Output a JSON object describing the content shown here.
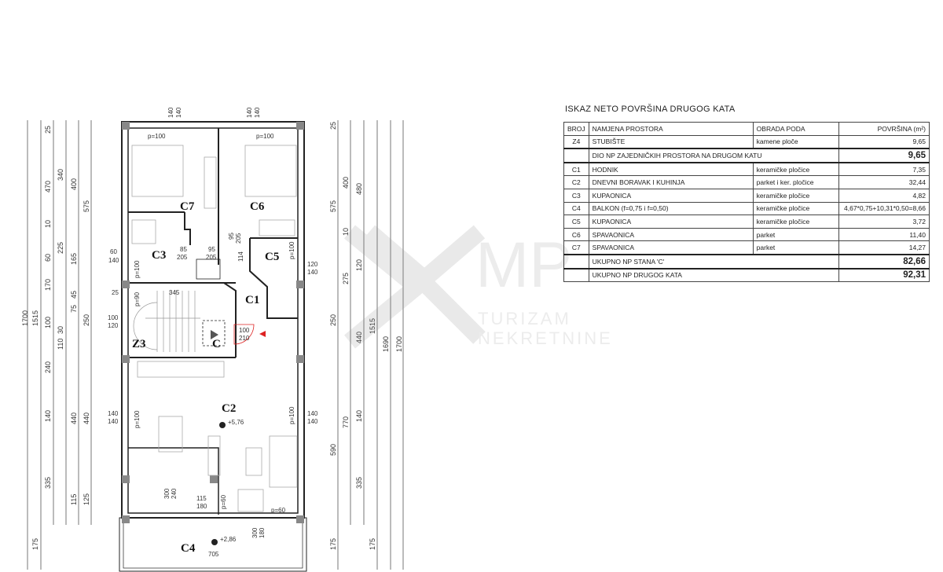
{
  "table": {
    "title": "ISKAZ NETO POVRŠINA DRUGOG KATA",
    "headers": {
      "broj": "BROJ",
      "namjena": "NAMJENA PROSTORA",
      "obrada": "OBRADA PODA",
      "povrsina": "POVRŠINA (m²)"
    },
    "rows": [
      {
        "broj": "Z4",
        "namjena": "STUBIŠTE",
        "obrada": "kamene ploče",
        "povrsina": "9,65"
      },
      {
        "namjena": "DIO NP ZAJEDNIČKIH PROSTORA NA DRUGOM KATU",
        "povrsina": "9,65"
      },
      {
        "broj": "C1",
        "namjena": "HODNIK",
        "obrada": "keramičke pločice",
        "povrsina": "7,35"
      },
      {
        "broj": "C2",
        "namjena": "DNEVNI BORAVAK I KUHINJA",
        "obrada": "parket i ker. pločice",
        "povrsina": "32,44"
      },
      {
        "broj": "C3",
        "namjena": "KUPAONICA",
        "obrada": "keramičke pločice",
        "povrsina": "4,82"
      },
      {
        "broj": "C4",
        "namjena": "BALKON (f=0,75 i f=0,50)",
        "obrada": "keramičke pločice",
        "povrsina": "4,67*0,75+10,31*0,50=8,66"
      },
      {
        "broj": "C5",
        "namjena": "KUPAONICA",
        "obrada": "keramičke pločice",
        "povrsina": "3,72"
      },
      {
        "broj": "C6",
        "namjena": "SPAVAONICA",
        "obrada": "parket",
        "povrsina": "11,40"
      },
      {
        "broj": "C7",
        "namjena": "SPAVAONICA",
        "obrada": "parket",
        "povrsina": "14,27"
      },
      {
        "namjena": "UKUPNO NP STANA 'C'",
        "povrsina": "82,66"
      },
      {
        "namjena": "UKUPNO NP DRUGOG KATA",
        "povrsina": "92,31"
      }
    ]
  },
  "plan": {
    "rooms": {
      "c7": "C7",
      "c6": "C6",
      "c3": "C3",
      "c5": "C5",
      "c1": "C1",
      "z3": "Z3",
      "c": "C",
      "c2": "C2",
      "c4": "C4"
    },
    "levels": {
      "floor": "+5,76",
      "balcony": "+2,86"
    },
    "sills": {
      "p100": "p=100",
      "p90": "p=90",
      "p60": "p=60"
    },
    "openings": {
      "w_top": "140",
      "w_top2": "140",
      "d_c3_w": "85",
      "d_c3_h": "205",
      "d_c7_w": "95",
      "d_c7_h": "205",
      "d_c6_w": "95",
      "d_c6_h": "205",
      "d_114": "114",
      "w_left1_a": "60",
      "w_left1_b": "140",
      "w_right1_a": "120",
      "w_right1_b": "140",
      "w_left2_a": "100",
      "w_left2_b": "120",
      "w_left_25": "25",
      "entry_w": "100",
      "entry_h": "210",
      "stair_345": "345",
      "w_left3_a": "140",
      "w_left3_b": "140",
      "w_right3_a": "140",
      "w_right3_b": "140",
      "bal_a": "300",
      "bal_b": "240",
      "bal2_a": "115",
      "bal2_b": "180",
      "bal3_a": "300",
      "bal3_b": "180",
      "bal_width": "705"
    },
    "left_dims": [
      "1700",
      "1515",
      "470",
      "170",
      "100",
      "110",
      "240",
      "140",
      "335",
      "340",
      "225",
      "60",
      "10",
      "25",
      "165",
      "575",
      "400",
      "250",
      "440",
      "440",
      "115",
      "125",
      "175",
      "75",
      "30",
      "45"
    ],
    "right_dims": [
      "575",
      "250",
      "590",
      "175",
      "400",
      "275",
      "770",
      "480",
      "140",
      "335",
      "175",
      "120",
      "440",
      "1515",
      "1690",
      "1700",
      "10",
      "25"
    ]
  },
  "watermark": {
    "logo": "MP",
    "line1": "TURIZAM",
    "line2": "NEKRETNINE"
  }
}
